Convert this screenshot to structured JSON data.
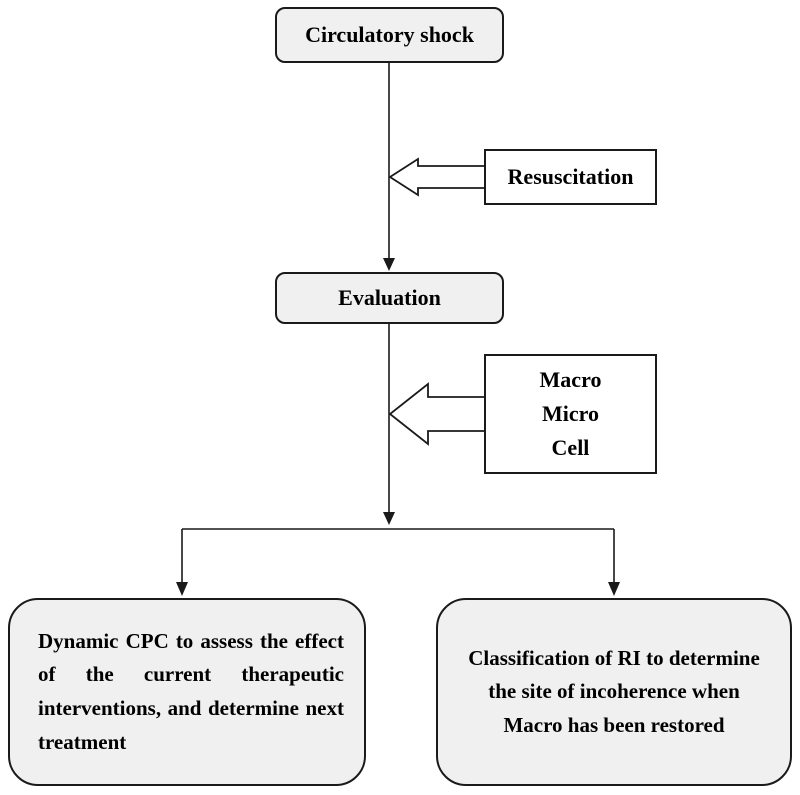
{
  "diagram": {
    "nodes": {
      "circulatory_shock": "Circulatory shock",
      "resuscitation": "Resuscitation",
      "evaluation": "Evaluation",
      "assessment_levels": [
        "Macro",
        "Micro",
        "Cell"
      ],
      "dynamic_cpc": "Dynamic CPC to assess the effect of the current therapeutic interventions, and determine next treatment",
      "classification_ri": "Classification of RI to determine the site of incoherence when Macro has been restored"
    },
    "edges": [
      {
        "from": "circulatory_shock",
        "to": "evaluation",
        "style": "arrow"
      },
      {
        "from": "resuscitation",
        "to": "circulatory_shock-evaluation line",
        "style": "hollow-arrow"
      },
      {
        "from": "assessment_levels",
        "to": "evaluation-branch line",
        "style": "hollow-arrow"
      },
      {
        "from": "evaluation",
        "to": "branch",
        "style": "arrow"
      },
      {
        "from": "branch",
        "to": "dynamic_cpc",
        "style": "arrow"
      },
      {
        "from": "branch",
        "to": "classification_ri",
        "style": "arrow"
      }
    ],
    "colors": {
      "node_fill": "#f0f0f0",
      "line": "#1a1a1a"
    }
  }
}
